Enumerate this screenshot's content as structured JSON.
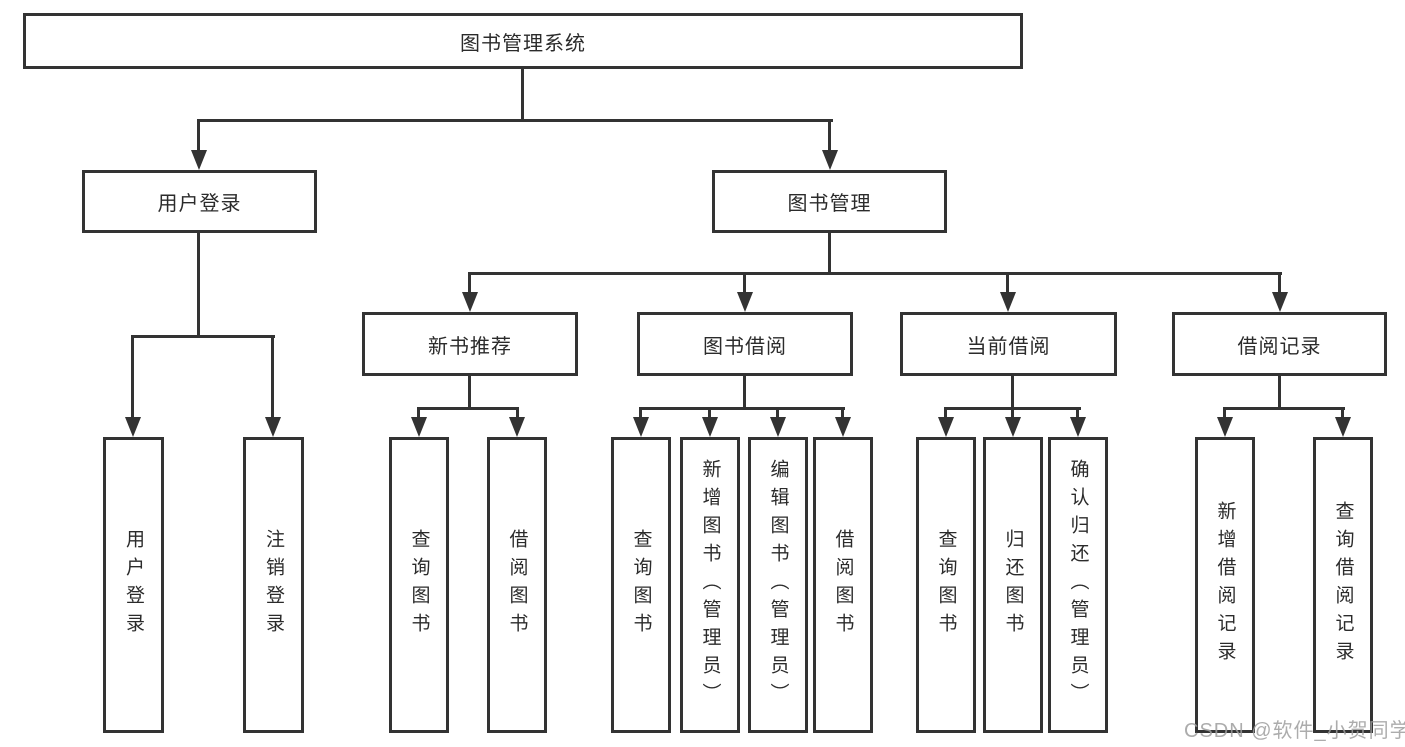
{
  "diagram": {
    "type": "hierarchy-tree",
    "watermark": "CSDN @软件_小贺同学",
    "colors": {
      "line": "#333333",
      "text": "#2b2b2b",
      "box_background": "#ffffff",
      "watermark": "#9e9e9e"
    },
    "root": {
      "label": "图书管理系统"
    },
    "level2": [
      {
        "label": "用户登录"
      },
      {
        "label": "图书管理"
      }
    ],
    "level3": [
      {
        "label": "新书推荐",
        "parent": "图书管理"
      },
      {
        "label": "图书借阅",
        "parent": "图书管理"
      },
      {
        "label": "当前借阅",
        "parent": "图书管理"
      },
      {
        "label": "借阅记录",
        "parent": "图书管理"
      }
    ],
    "leaves": [
      {
        "label": "用户登录",
        "parent": "用户登录"
      },
      {
        "label": "注销登录",
        "parent": "用户登录"
      },
      {
        "label": "查询图书",
        "parent": "新书推荐"
      },
      {
        "label": "借阅图书",
        "parent": "新书推荐"
      },
      {
        "label": "查询图书",
        "parent": "图书借阅"
      },
      {
        "label": "新增图书（管理员）",
        "parent": "图书借阅"
      },
      {
        "label": "编辑图书（管理员）",
        "parent": "图书借阅"
      },
      {
        "label": "借阅图书",
        "parent": "图书借阅"
      },
      {
        "label": "查询图书",
        "parent": "当前借阅"
      },
      {
        "label": "归还图书",
        "parent": "当前借阅"
      },
      {
        "label": "确认归还（管理员）",
        "parent": "当前借阅"
      },
      {
        "label": "新增借阅记录",
        "parent": "借阅记录"
      },
      {
        "label": "查询借阅记录",
        "parent": "借阅记录"
      }
    ]
  }
}
